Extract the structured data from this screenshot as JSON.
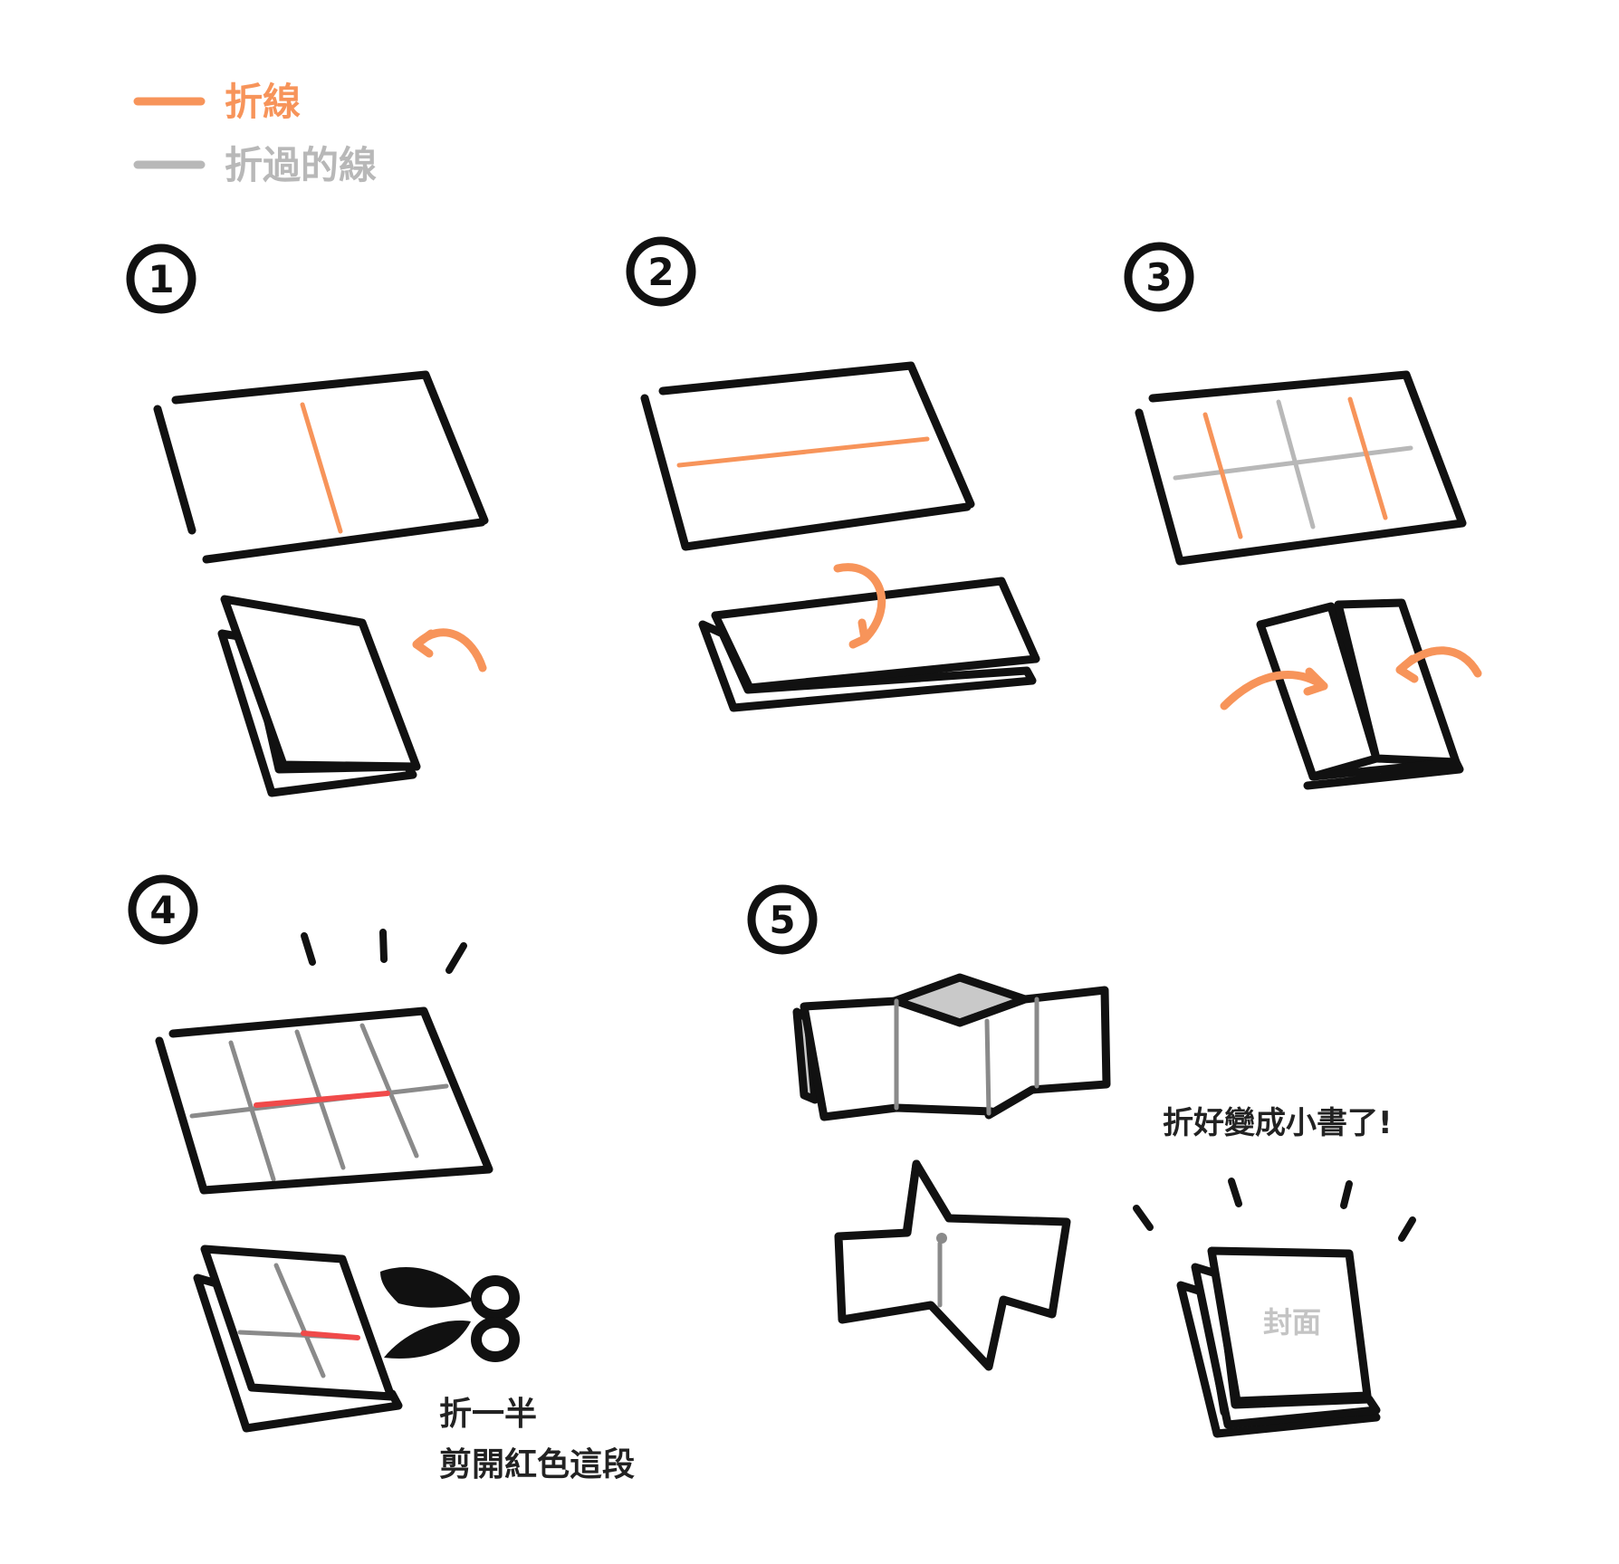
{
  "legend": {
    "fold_label": "折線",
    "folded_label": "折過的線"
  },
  "steps": {
    "step1": "1",
    "step2": "2",
    "step3": "3",
    "step4": "4",
    "step5": "5"
  },
  "step4_note": {
    "line1": "折一半",
    "line2": "剪開紅色這段"
  },
  "step5_note": "折好變成小書了!",
  "book_cover": "封面",
  "colors": {
    "ink": "#111111",
    "fold": "#f7945a",
    "folded": "#b8b8b8",
    "cut": "#f04a4a",
    "shade": "#c9c9c9"
  },
  "icons": [
    "scissors-icon",
    "curved-arrow-icon"
  ]
}
